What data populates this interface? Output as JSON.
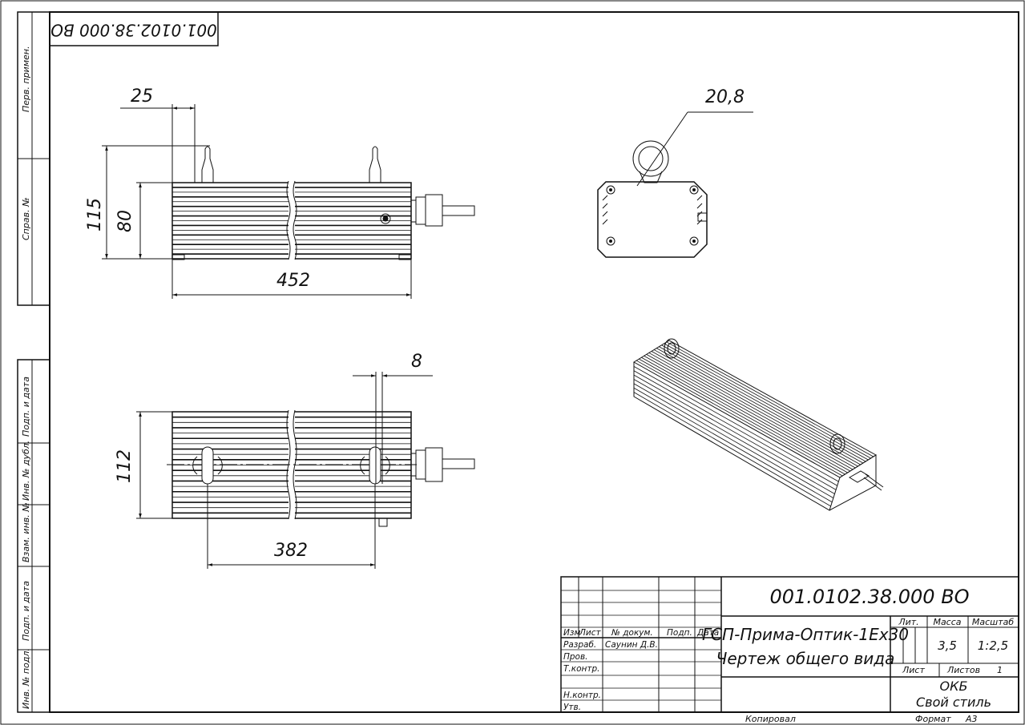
{
  "frame": {
    "rotated_code": "001.0102.38.000 ВО",
    "left_stamps": [
      "Перв. примен.",
      "Справ. №",
      "Подп. и дата",
      "Инв. № дубл.",
      "Взам. инв. №",
      "Подп. и дата",
      "Инв. № подл."
    ]
  },
  "dimensions": {
    "top_width": "25",
    "top_height_total": "115",
    "top_height_body": "80",
    "top_length": "452",
    "bottom_offset": "8",
    "bottom_height": "112",
    "bottom_span": "382",
    "side_ring": "20,8"
  },
  "title_block": {
    "doc_code": "001.0102.38.000 ВО",
    "name_line1": "ГСП-Прима-Оптик-1Ех30",
    "name_line2": "Чертеж общего вида",
    "hdr_izm": "Изм",
    "hdr_list": "Лист",
    "hdr_doc": "№ докум.",
    "hdr_podp": "Подп.",
    "hdr_date": "Дата",
    "role_razrab": "Разраб.",
    "role_prov": "Пров.",
    "role_tkontr": "Т.контр.",
    "role_nkontr": "Н.контр.",
    "role_utv": "Утв.",
    "developer": "Саунин Д.В.",
    "lit_label": "Лит.",
    "mass_label": "Масса",
    "scale_label": "Масштаб",
    "mass_value": "3,5",
    "scale_value": "1:2,5",
    "sheet_label": "Лист",
    "sheets_label": "Листов",
    "sheets_value": "1",
    "org_line1": "ОКБ",
    "org_line2": "Свой стиль",
    "copied": "Копировал",
    "format_label": "Формат",
    "format_value": "А3"
  }
}
